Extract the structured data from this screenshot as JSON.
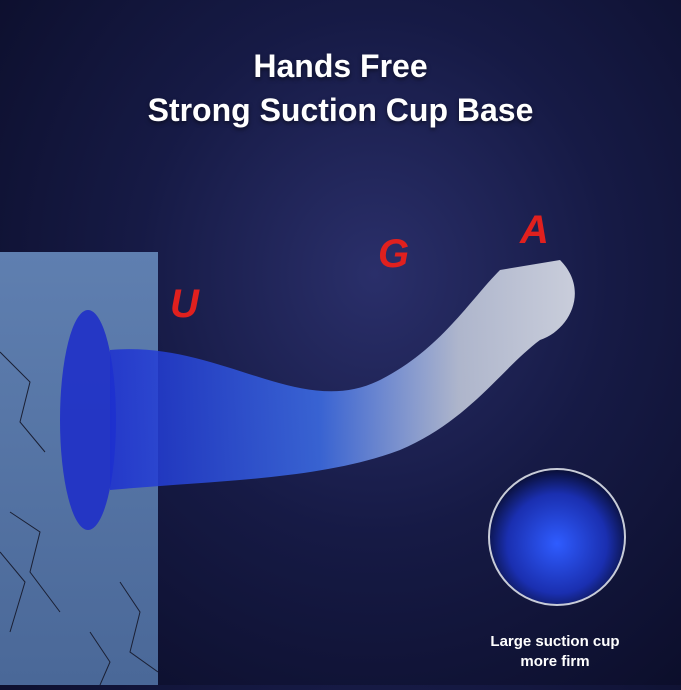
{
  "headline": {
    "line1": "Hands Free",
    "line2": "Strong Suction Cup Base"
  },
  "zone_labels": {
    "u": "U",
    "g": "G",
    "a": "A"
  },
  "inset": {
    "caption_line1": "Large suction cup",
    "caption_line2": "more firm"
  },
  "colors": {
    "label": "#e0201e",
    "background": "#161a45",
    "wall": "#5a78a8"
  }
}
